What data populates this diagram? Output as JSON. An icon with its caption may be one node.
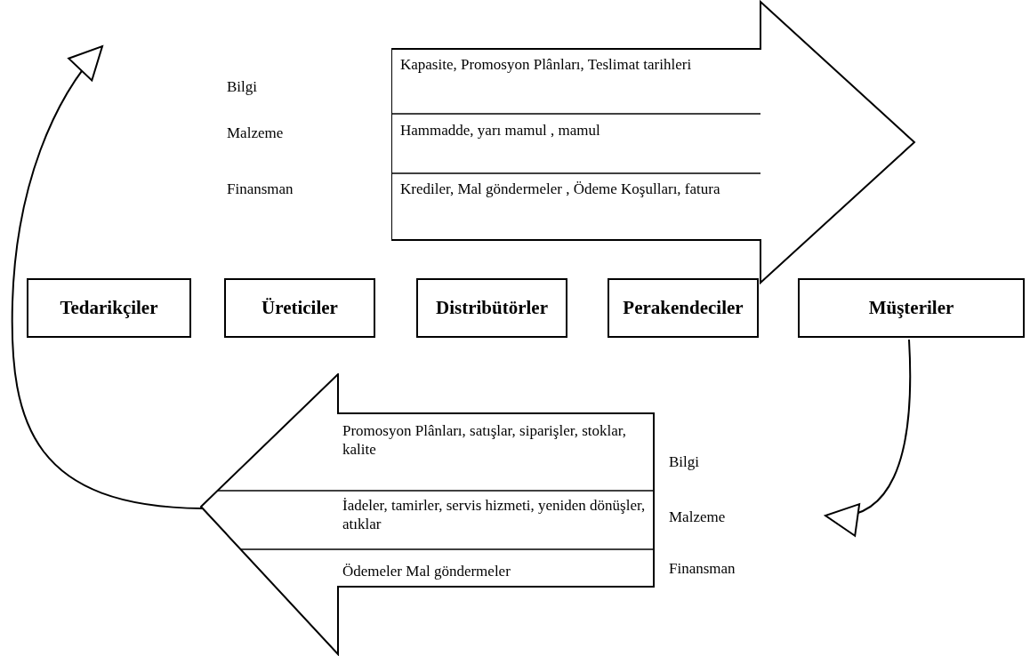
{
  "diagram": {
    "nodes": [
      {
        "text": [
          "Tedarikçiler"
        ]
      },
      {
        "text": [
          "Üreticiler"
        ]
      },
      {
        "text": [
          "Distribütörler"
        ]
      },
      {
        "text": [
          "Perakendeciler"
        ]
      },
      {
        "text": [
          "Müşteriler"
        ]
      },
      {
        "text": [
          "Kapasite, Promosyon Plânları, Teslimat tarihleri",
          "Hammadde, yarı mamul , mamul",
          "Krediler, Mal göndermeler , Ödeme Koşulları, fatura"
        ]
      },
      {
        "text": [
          "Promosyon Plânları, satışlar, siparişler, stoklar, kalite",
          "İadeler, tamirler, servis hizmeti, yeniden dönüşler, atıklar",
          "Ödemeler Mal göndermeler"
        ]
      }
    ],
    "edges": [
      {
        "from": 4,
        "to": null,
        "arrow": "to"
      },
      {
        "from": 6,
        "to": null,
        "arrow": "to"
      }
    ],
    "labels": [
      "Bilgi",
      "Malzeme",
      "Finansman",
      "Bilgi",
      "Malzeme",
      "Finansman"
    ]
  }
}
